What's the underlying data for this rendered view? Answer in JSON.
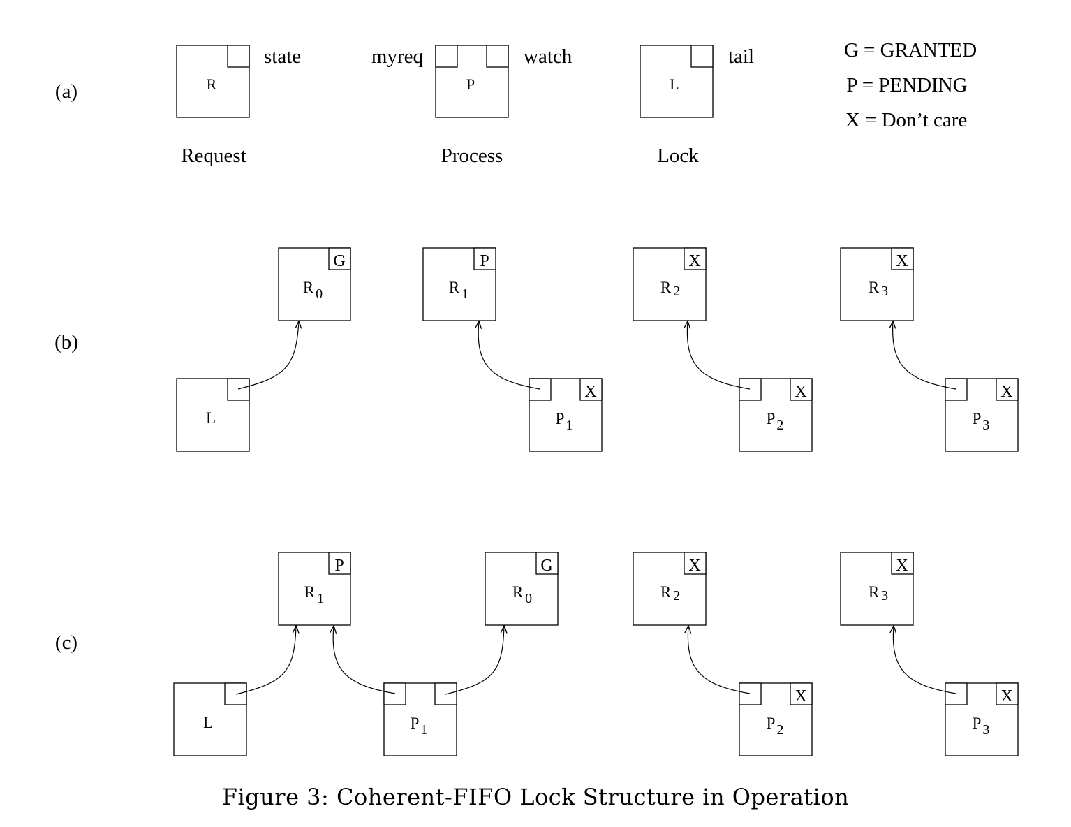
{
  "caption": "Figure 3: Coherent-FIFO Lock Structure in Operation",
  "row_labels": {
    "a": "(a)",
    "b": "(b)",
    "c": "(c)"
  },
  "legend_a": {
    "request": {
      "letter": "R",
      "field": "state",
      "name": "Request"
    },
    "process": {
      "letter": "P",
      "field_left": "myreq",
      "field_right": "watch",
      "name": "Process"
    },
    "lock": {
      "letter": "L",
      "field": "tail",
      "name": "Lock"
    }
  },
  "key": [
    "G = GRANTED",
    "P = PENDING",
    "X = Don’t care"
  ],
  "row_b": {
    "requests": [
      {
        "letter": "R",
        "sub": "0",
        "state": "G"
      },
      {
        "letter": "R",
        "sub": "1",
        "state": "P"
      },
      {
        "letter": "R",
        "sub": "2",
        "state": "X"
      },
      {
        "letter": "R",
        "sub": "3",
        "state": "X"
      }
    ],
    "lock": {
      "letter": "L"
    },
    "processes": [
      {
        "letter": "P",
        "sub": "1",
        "watch": "X"
      },
      {
        "letter": "P",
        "sub": "2",
        "watch": "X"
      },
      {
        "letter": "P",
        "sub": "3",
        "watch": "X"
      }
    ]
  },
  "row_c": {
    "requests": [
      {
        "letter": "R",
        "sub": "1",
        "state": "P"
      },
      {
        "letter": "R",
        "sub": "0",
        "state": "G"
      },
      {
        "letter": "R",
        "sub": "2",
        "state": "X"
      },
      {
        "letter": "R",
        "sub": "3",
        "state": "X"
      }
    ],
    "lock": {
      "letter": "L"
    },
    "processes": [
      {
        "letter": "P",
        "sub": "1",
        "watch": ""
      },
      {
        "letter": "P",
        "sub": "2",
        "watch": "X"
      },
      {
        "letter": "P",
        "sub": "3",
        "watch": "X"
      }
    ]
  }
}
